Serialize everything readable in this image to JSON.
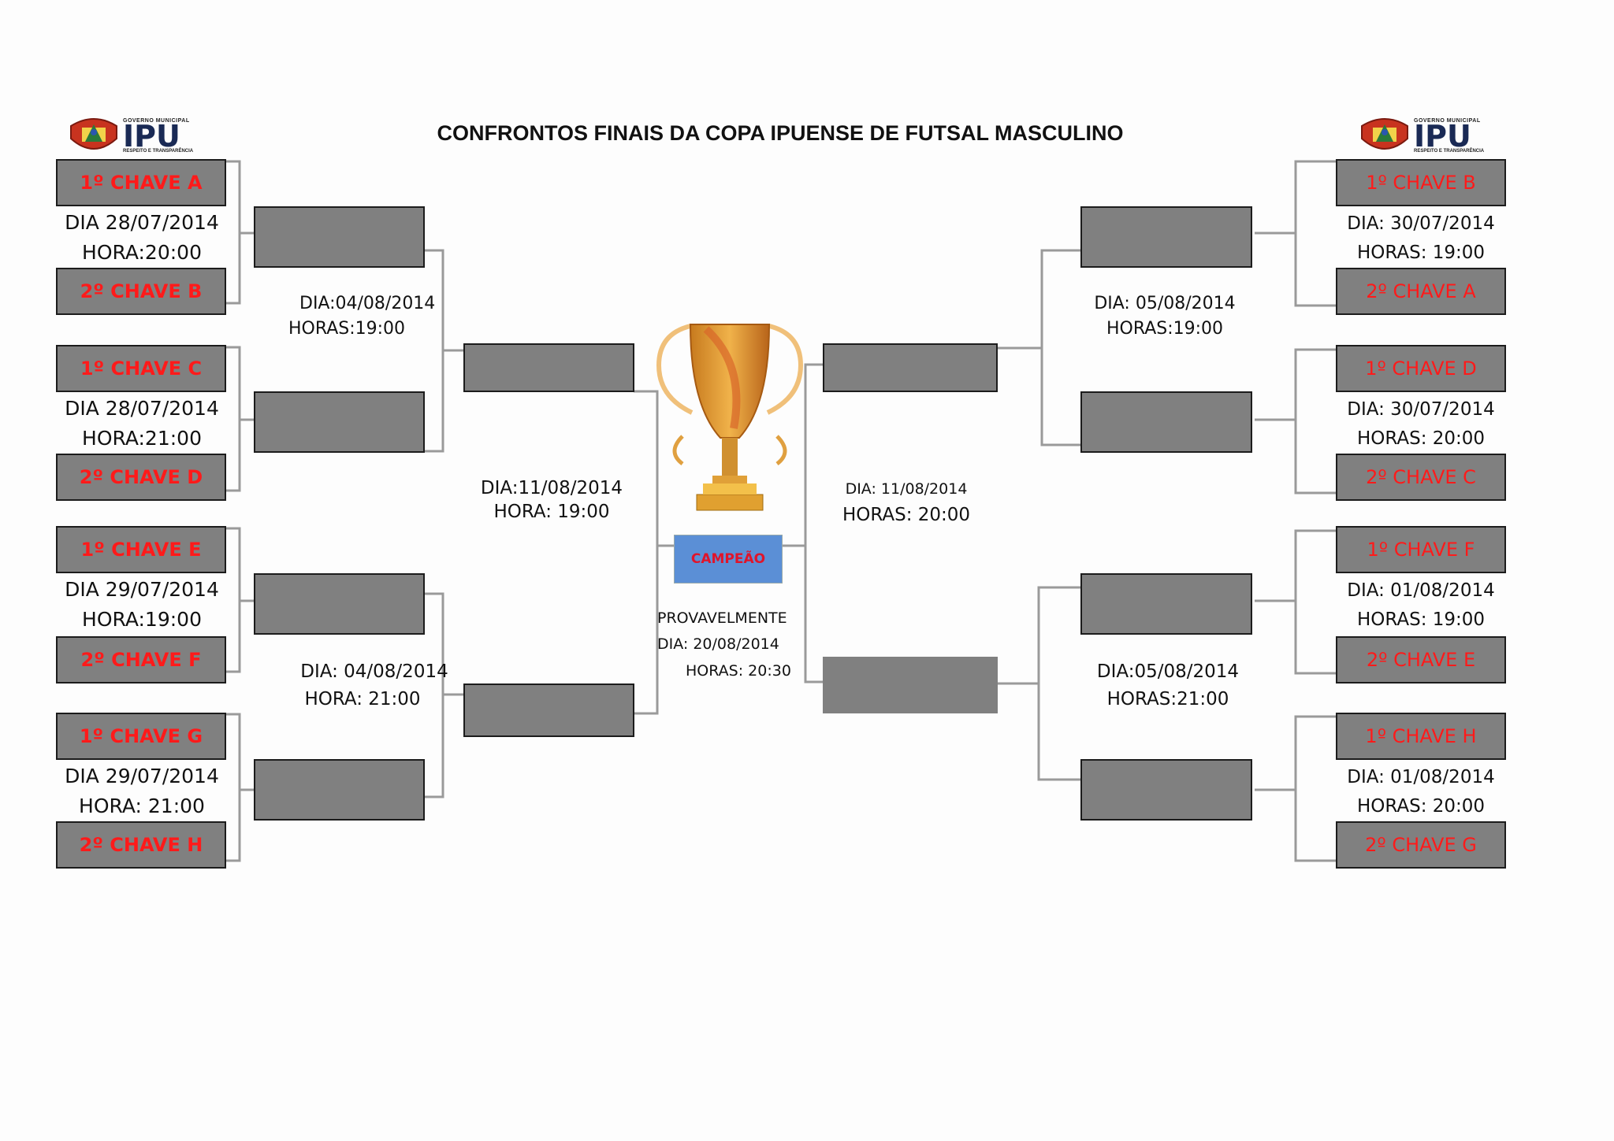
{
  "title": "CONFRONTOS FINAIS DA COPA IPUENSE DE FUTSAL MASCULINO",
  "logo": {
    "gov": "GOVERNO MUNICIPAL",
    "name": "IPU",
    "slogan": "RESPEITO E TRANSPARÊNCIA"
  },
  "left_matches": [
    {
      "team1": "1º CHAVE A",
      "date": "DIA 28/07/2014",
      "time": "HORA:20:00",
      "team2": "2º CHAVE B"
    },
    {
      "team1": "1º CHAVE C",
      "date": "DIA 28/07/2014",
      "time": "HORA:21:00",
      "team2": "2º CHAVE D"
    },
    {
      "team1": "1º CHAVE E",
      "date": "DIA 29/07/2014",
      "time": "HORA:19:00",
      "team2": "2º CHAVE F"
    },
    {
      "team1": "1º CHAVE G",
      "date": "DIA 29/07/2014",
      "time": "HORA: 21:00",
      "team2": "2º CHAVE H"
    }
  ],
  "right_matches": [
    {
      "team1": "1º CHAVE B",
      "date": "DIA: 30/07/2014",
      "time": "HORAS: 19:00",
      "team2": "2º CHAVE A"
    },
    {
      "team1": "1º CHAVE D",
      "date": "DIA: 30/07/2014",
      "time": "HORAS: 20:00",
      "team2": "2º CHAVE C"
    },
    {
      "team1": "1º CHAVE F",
      "date": "DIA: 01/08/2014",
      "time": "HORAS: 19:00",
      "team2": "2º CHAVE E"
    },
    {
      "team1": "1º CHAVE H",
      "date": "DIA: 01/08/2014",
      "time": "HORAS: 20:00",
      "team2": "2º CHAVE G"
    }
  ],
  "quarter": {
    "left_top": {
      "date": "DIA:04/08/2014",
      "time": "HORAS:19:00"
    },
    "left_bottom": {
      "date": "DIA: 04/08/2014",
      "time": "HORA: 21:00"
    },
    "right_top": {
      "date": "DIA: 05/08/2014",
      "time": "HORAS:19:00"
    },
    "right_bottom": {
      "date": "DIA:05/08/2014",
      "time": "HORAS:21:00"
    }
  },
  "semi": {
    "left": {
      "date": "DIA:11/08/2014",
      "time": "HORA: 19:00"
    },
    "right": {
      "date": "DIA: 11/08/2014",
      "time": "HORAS: 20:00"
    }
  },
  "final": {
    "champion_label": "CAMPEÃO",
    "note": "PROVAVELMENTE",
    "date": "DIA: 20/08/2014",
    "time": "HORAS: 20:30"
  },
  "colors": {
    "slot": "#808080",
    "team_text": "#ff1a1a",
    "champion_box": "#5b8fd6",
    "connector": "#9a9a9a"
  }
}
